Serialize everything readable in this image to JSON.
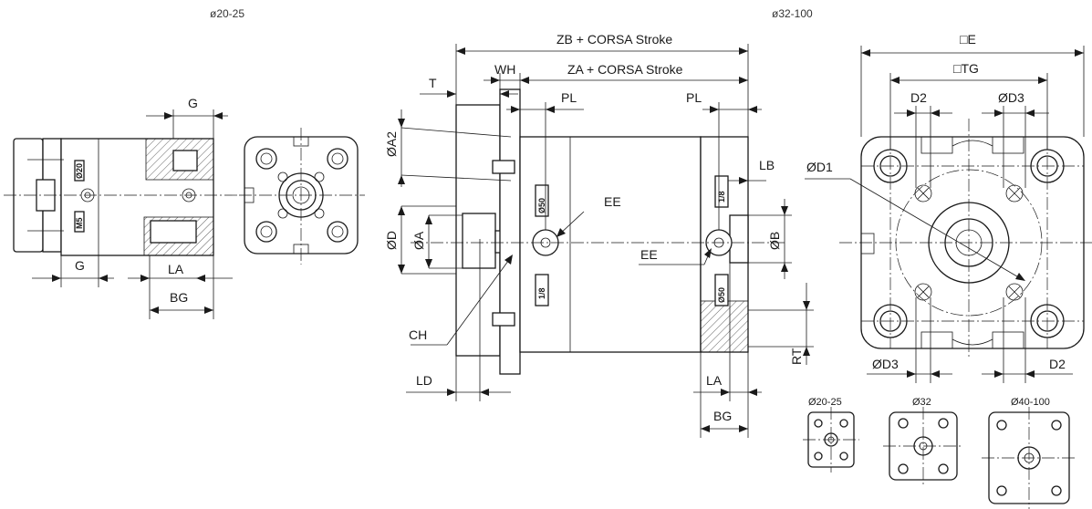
{
  "headers": {
    "small_range": "ø20-25",
    "large_range": "ø32-100"
  },
  "labels": {
    "G_top": "G",
    "G_bottom": "G",
    "LA_small": "LA",
    "BG_small": "BG",
    "ZB": "ZB + CORSA Stroke",
    "WH": "WH",
    "ZA": "ZA + CORSA Stroke",
    "T": "T",
    "PL_left": "PL",
    "PL_right": "PL",
    "A2": "ØA2",
    "LB": "LB",
    "EE_top": "EE",
    "EE_bottom": "EE",
    "D": "ØD",
    "A": "ØA",
    "B": "ØB",
    "CH": "CH",
    "LD": "LD",
    "RT": "RT",
    "LA_large": "LA",
    "BG_large": "BG",
    "E": "□E",
    "TG": "□TG",
    "D2_top": "D2",
    "D3_top": "ØD3",
    "D1": "ØD1",
    "D3_bottom": "ØD3",
    "D2_bottom": "D2",
    "thumb_1": "Ø20-25",
    "thumb_2": "Ø32",
    "thumb_3": "Ø40-100"
  },
  "body_tags": {
    "small_top": "Ø20",
    "small_bottom": "M5",
    "large_left_top": "Ø50",
    "large_left_bottom": "1/8",
    "large_right_top": "1/8",
    "large_right_bottom": "Ø50"
  }
}
